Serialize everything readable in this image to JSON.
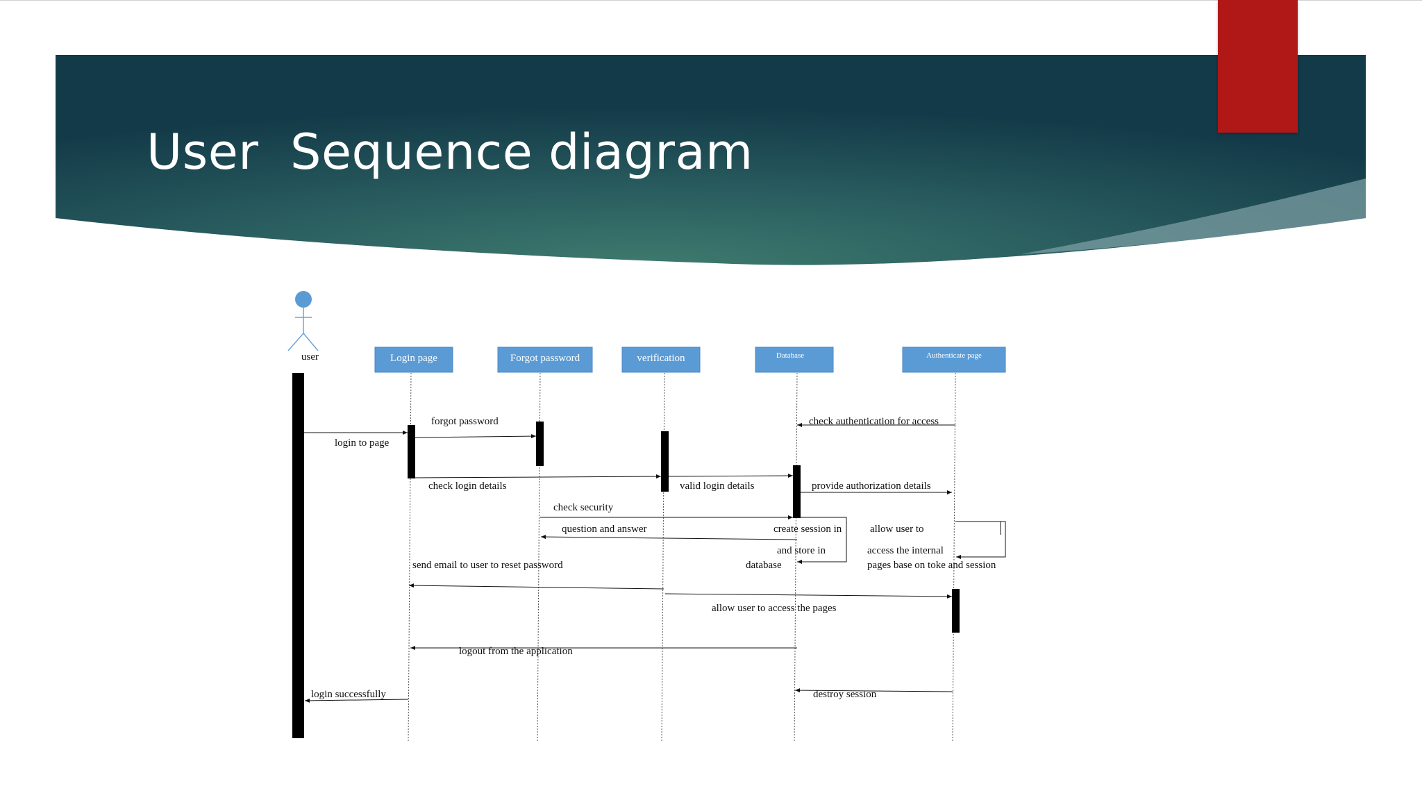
{
  "slide": {
    "title": "User  Sequence diagram",
    "colors": {
      "banner_dark": "#133a48",
      "banner_light": "#3e7a6e",
      "accent_red": "#b01818",
      "lifeline_box": "#5b9bd5",
      "actor": "#5b9bd5"
    }
  },
  "diagram": {
    "actor": {
      "label": "user"
    },
    "participants": [
      {
        "id": "login",
        "label": "Login page"
      },
      {
        "id": "forgot",
        "label": "Forgot password"
      },
      {
        "id": "verify",
        "label": "verification"
      },
      {
        "id": "db",
        "label": "Database"
      },
      {
        "id": "auth",
        "label": "Authenticate page"
      }
    ],
    "messages": [
      {
        "id": "login-to-page",
        "text": "login to page"
      },
      {
        "id": "forgot-password",
        "text": "forgot password"
      },
      {
        "id": "check-auth",
        "text": "check authentication for access"
      },
      {
        "id": "check-login",
        "text": "check login details"
      },
      {
        "id": "valid-login",
        "text": "valid login details"
      },
      {
        "id": "provide-auth",
        "text": "provide authorization details"
      },
      {
        "id": "check-security",
        "text": "check security"
      },
      {
        "id": "question-answer",
        "text": "question and answer"
      },
      {
        "id": "create-session",
        "lines": [
          "create session in",
          "and store in",
          "database"
        ]
      },
      {
        "id": "allow-user",
        "lines": [
          "allow user to",
          "access the internal",
          "pages base on toke and session"
        ]
      },
      {
        "id": "send-email",
        "text": "send email to user to reset password"
      },
      {
        "id": "allow-pages",
        "text": "allow user to access the pages"
      },
      {
        "id": "logout",
        "text": "logout from the application"
      },
      {
        "id": "login-success",
        "text": "login successfully"
      },
      {
        "id": "destroy-session",
        "text": "destroy session"
      }
    ]
  }
}
